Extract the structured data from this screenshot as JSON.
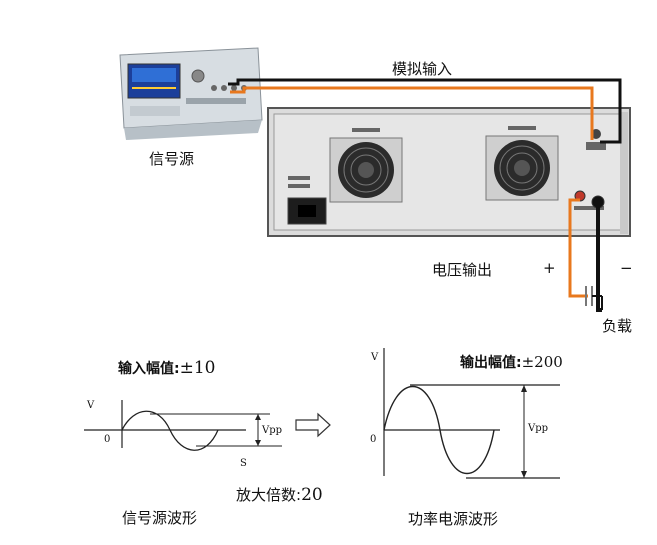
{
  "labels": {
    "analog_input": "模拟输入",
    "signal_source": "信号源",
    "voltage_output": "电压输出",
    "plus": "+",
    "minus": "−",
    "load": "负载",
    "input_amp_prefix": "输入幅值:",
    "input_amp_value": "±10",
    "output_amp_prefix": "输出幅值:",
    "output_amp_value": "±200",
    "gain_prefix": "放大倍数:",
    "gain_value": "20",
    "signal_waveform": "信号源波形",
    "power_waveform": "功率电源波形"
  },
  "left_plot": {
    "v_label": "V",
    "zero_label": "0",
    "vpp_label": "Vpp",
    "s_label": "S"
  },
  "right_plot": {
    "v_label": "V",
    "zero_label": "0",
    "vpp_label": "Vpp"
  },
  "colors": {
    "cable_orange": "#e8781e",
    "cable_black": "#111111",
    "chassis": "#d9d9d9",
    "panel": "#e8e8e8"
  }
}
